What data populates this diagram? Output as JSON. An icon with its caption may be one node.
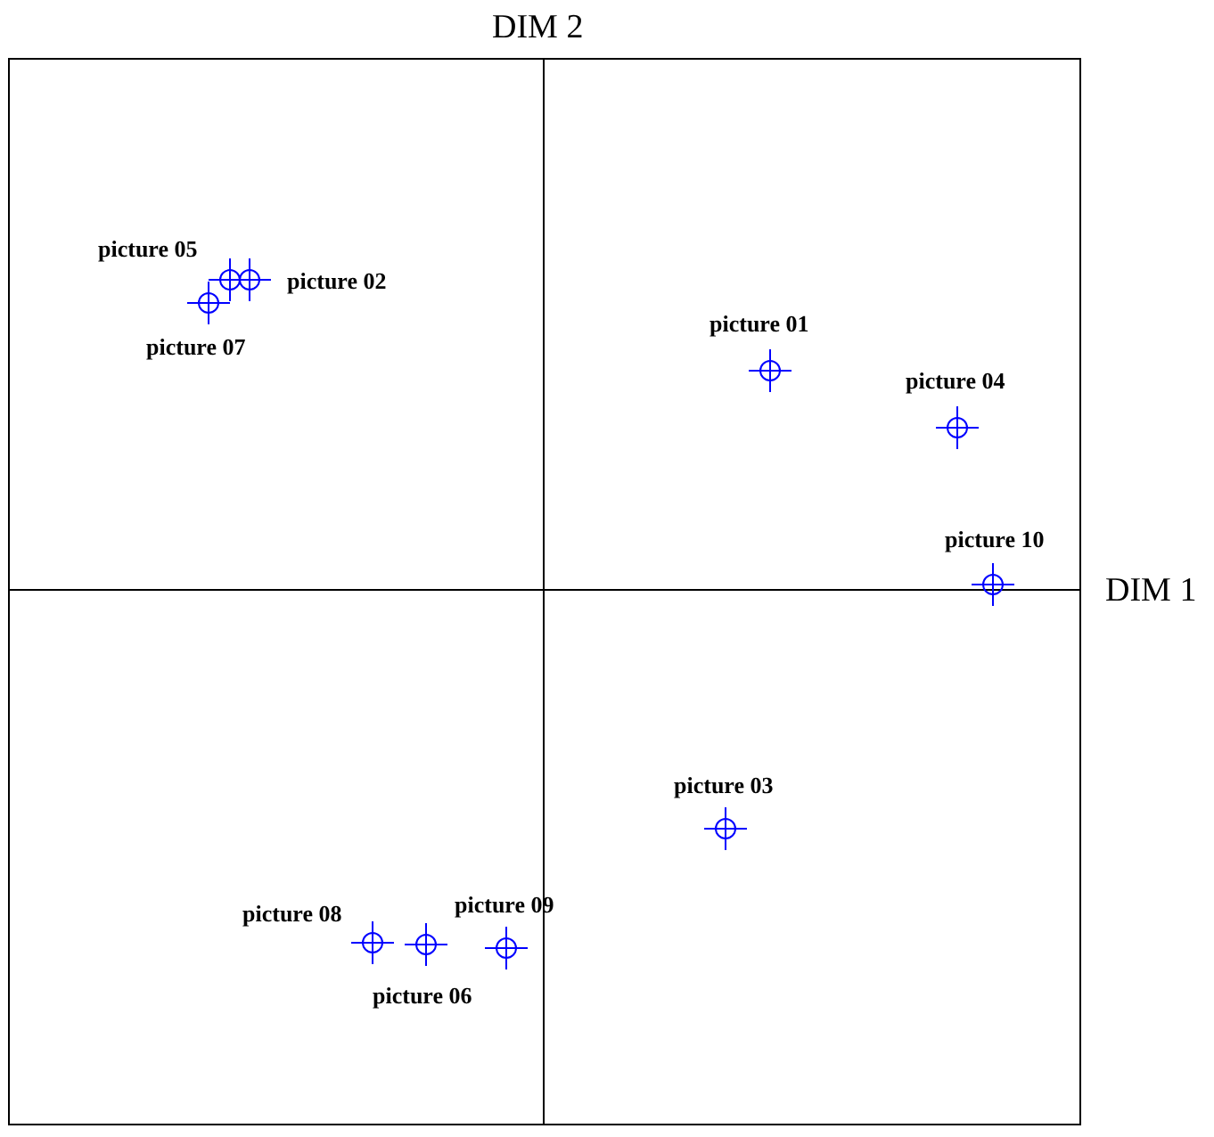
{
  "diagram": {
    "labels": [
      "DIM 2",
      "picture 05",
      "picture 02",
      "picture 07",
      "picture 01",
      "picture 04",
      "picture 10",
      "DIM 1",
      "picture 03",
      "picture 09",
      "picture 08",
      "picture 06"
    ]
  }
}
